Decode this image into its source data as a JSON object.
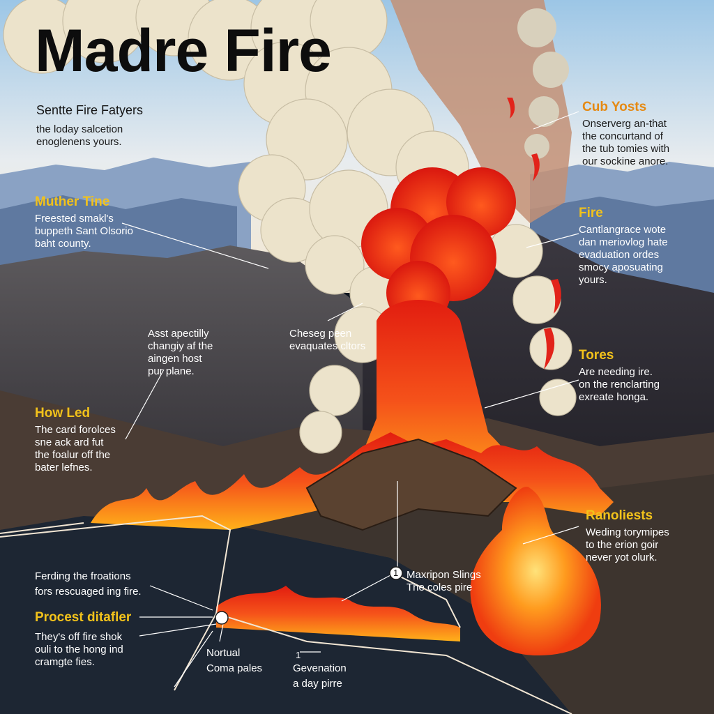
{
  "title": "Madre Fire",
  "intro": {
    "heading": "Sentte Fire Fatyers",
    "lines": [
      "the loday salcetion",
      "enoglenens yours."
    ]
  },
  "callouts": {
    "muther_tine": {
      "heading": "Muther Tine",
      "lines": [
        "Freested smakl's",
        "buppeth Sant Olsorio",
        "baht county."
      ]
    },
    "cub_yosts": {
      "heading": "Cub Yosts",
      "lines": [
        "Onserverg an-that",
        "the concurtand of",
        "the tub tomies with",
        "our sockine anore."
      ]
    },
    "fire": {
      "heading": "Fire",
      "lines": [
        "Cantlangrace wote",
        "dan meriovlog hate",
        "evaduation ordes",
        "smocy aposuating",
        "yours."
      ]
    },
    "asst": {
      "lines": [
        "Asst apectilly",
        "changiy af the",
        "aingen host",
        "pur plane."
      ]
    },
    "chesey": {
      "lines": [
        "Cheseg peen",
        "evaquates cltors"
      ]
    },
    "tores": {
      "heading": "Tores",
      "lines": [
        "Are needing ire.",
        "on the renclarting",
        "exreate honga."
      ]
    },
    "how_led": {
      "heading": "How Led",
      "lines": [
        "The card forolces",
        "sne ack ard fut",
        "the foalur off the",
        "bater lefnes."
      ]
    },
    "ranoliests": {
      "heading": "Ranoliests",
      "lines": [
        "Weding torymipes",
        "to the erion goir",
        "never yot olurk."
      ]
    },
    "ferding": {
      "lines": [
        "Ferding the froations",
        "fors rescuaged ing fire."
      ]
    },
    "maxripon": {
      "marker": "1",
      "lines": [
        "Maxripon Slings",
        "The coles pire"
      ]
    },
    "process": {
      "heading": "Procest ditafler",
      "lines": [
        "They's off fire shok",
        "ouli to the hong ind",
        "cramgte fies."
      ]
    },
    "nortual": {
      "lines": [
        "Nortual",
        "Coma pales"
      ]
    },
    "generation": {
      "marker": "1",
      "lines": [
        "Gevenation",
        "a day pirre"
      ]
    }
  },
  "colors": {
    "heading_accent": "#f2c21b",
    "fire_core": "#f23a12",
    "fire_glow": "#ffb21a",
    "smoke": "#ece3cb",
    "sky_top": "#bcd7ea",
    "ground_dark": "#1d2633"
  }
}
